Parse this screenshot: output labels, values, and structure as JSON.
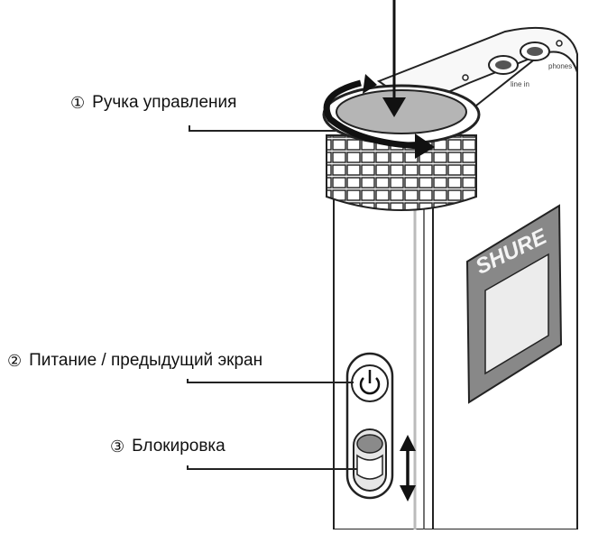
{
  "brand_logo": "SHURE",
  "jack_labels": [
    "line in",
    "phones"
  ],
  "callouts": [
    {
      "number": "①",
      "label": "Ручка управления"
    },
    {
      "number": "②",
      "label": "Питание / предыдущий экран"
    },
    {
      "number": "③",
      "label": "Блокировка"
    }
  ],
  "icons": {
    "knob_rotation": "curved-rotation-arrow-icon",
    "knob_press": "down-arrow-icon",
    "power": "power-icon",
    "lock_slide": "double-vertical-arrow-icon"
  }
}
